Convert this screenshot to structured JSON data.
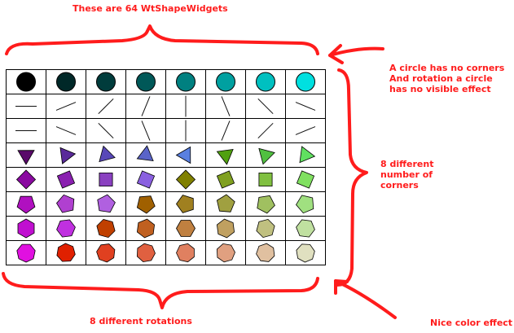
{
  "annotations": {
    "top": "These are 64 WtShapeWidgets",
    "circle": "A circle has no corners\nAnd rotation a circle\nhas no visible effect",
    "corners": "8 different\nnumber of\ncorners",
    "rotations": "8 different rotations",
    "color": "Nice color effect"
  },
  "colors": {
    "annotation": "#ff1c1c",
    "rows": [
      [
        "#000000",
        "#002828",
        "#003c3c",
        "#005858",
        "#008080",
        "#00a0a0",
        "#00c0c0",
        "#00e0e0"
      ],
      [
        "#101010",
        "#101010",
        "#101010",
        "#101010",
        "#101010",
        "#101010",
        "#101010",
        "#101010"
      ],
      [
        "#101010",
        "#101010",
        "#101010",
        "#101010",
        "#101010",
        "#101010",
        "#101010",
        "#101010"
      ],
      [
        "#5a0a6a",
        "#5a2a9a",
        "#5848b8",
        "#5a64c8",
        "#5a80e0",
        "#50a010",
        "#50c040",
        "#60e060"
      ],
      [
        "#8a0aa0",
        "#8a20b0",
        "#8a40c0",
        "#8a60e0",
        "#808000",
        "#80a020",
        "#80c040",
        "#80e060"
      ],
      [
        "#b010c0",
        "#b040d0",
        "#b060e0",
        "#a06000",
        "#a08020",
        "#a0a040",
        "#a0c060",
        "#a0e080"
      ],
      [
        "#c010d0",
        "#c030e0",
        "#c04000",
        "#c06020",
        "#c08040",
        "#c0a060",
        "#c0c080",
        "#c0e0a0"
      ],
      [
        "#e010e0",
        "#e02000",
        "#e04020",
        "#e06040",
        "#e08060",
        "#e0a080",
        "#e0c0a0",
        "#e0e0c0"
      ]
    ]
  }
}
